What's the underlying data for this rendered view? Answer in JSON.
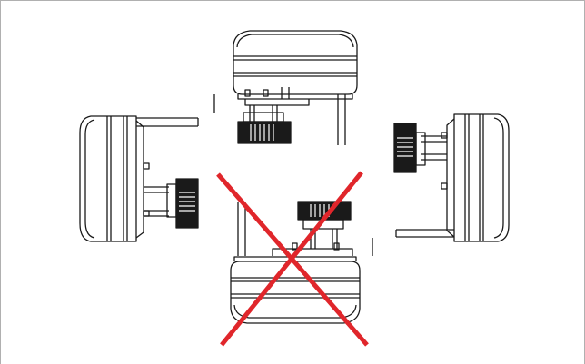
{
  "diagram": {
    "figure_type": "mounting orientation diagram",
    "orientations": [
      {
        "name": "connector-down",
        "allowed": true
      },
      {
        "name": "connector-right",
        "allowed": true
      },
      {
        "name": "connector-left",
        "allowed": true
      },
      {
        "name": "connector-up",
        "allowed": false
      }
    ],
    "colors": {
      "line": "#1a1a1a",
      "border": "#b0b0b0",
      "forbidden_mark": "#e0262b"
    },
    "forbidden_mark_icon": "cross-icon"
  }
}
